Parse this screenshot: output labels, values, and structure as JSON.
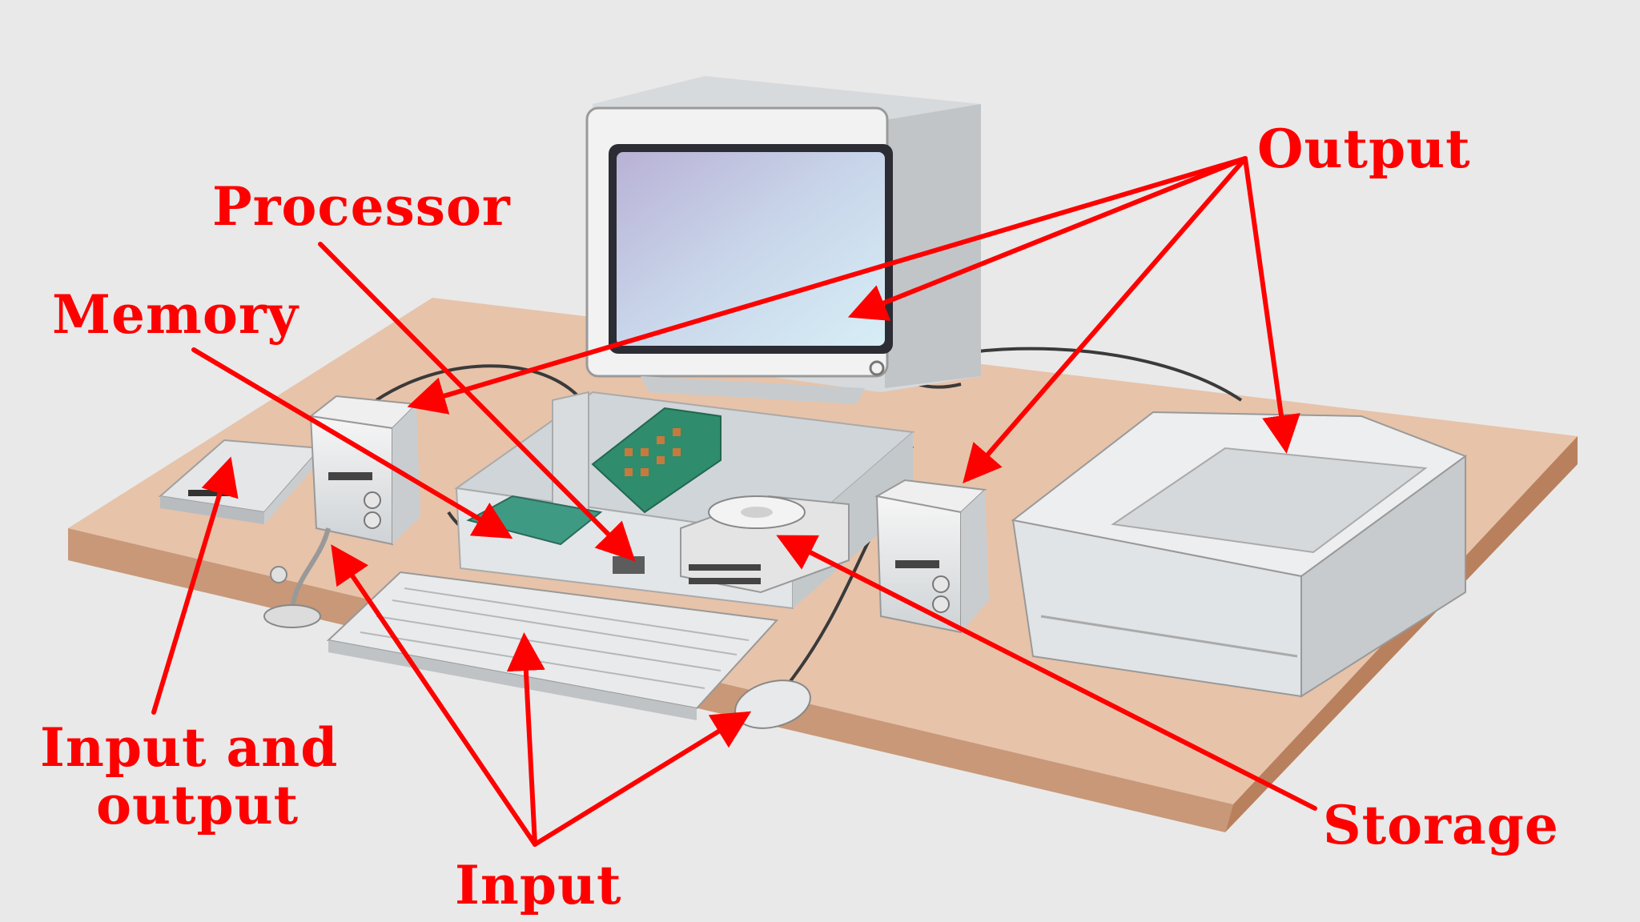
{
  "labels": {
    "output": "Output",
    "processor": "Processor",
    "memory": "Memory",
    "input_and_output_line1": "Input and",
    "input_and_output_line2": "output",
    "storage": "Storage",
    "input": "Input"
  },
  "colors": {
    "background": "#e9e9e9",
    "label": "#ff0000",
    "desk_top": "#e7c3aa",
    "desk_edge": "#c08b6b"
  }
}
